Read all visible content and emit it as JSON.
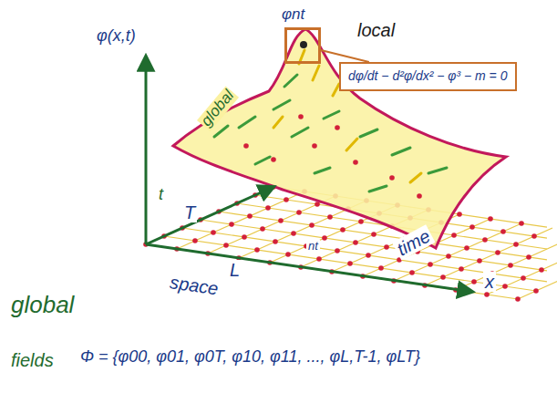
{
  "diagram": {
    "nodes": [
      {
        "text": [
          "φnt"
        ]
      },
      {
        "text": [
          "dφ/dt − d²φ/dx² − φ³ − m = 0"
        ]
      }
    ],
    "edges": [
      {
        "from": 0,
        "to": 1,
        "arrow": "none"
      }
    ],
    "labels": [
      "φ(x,t)",
      "local",
      "global",
      "T",
      "t",
      "nt",
      "L",
      "space",
      "time",
      "x",
      "global",
      "fields",
      "Φ = {φ00, φ01, φ0T, φ10, φ11, ..., φL,T-1, φLT}"
    ]
  }
}
